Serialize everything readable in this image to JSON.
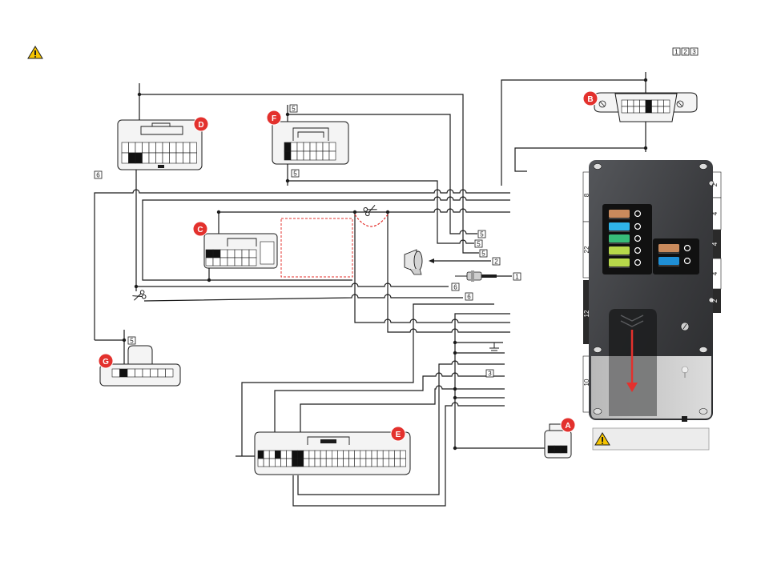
{
  "page": {
    "top_refs": [
      "1",
      "2",
      "3"
    ]
  },
  "connectors": {
    "a": "A",
    "b": "B",
    "c": "C",
    "d": "D",
    "e": "E",
    "f": "F",
    "g": "G"
  },
  "labels": {
    "f_top": "5",
    "f_bottom": "5",
    "d_side": "6",
    "out_1": "5",
    "out_2": "5",
    "out_3": "5",
    "siren": "2",
    "probe": "1",
    "cut_1": "6",
    "cut_2": "6",
    "g_top": "5",
    "lower": "3"
  },
  "module": {
    "left_tabs": [
      "8",
      "22",
      "12",
      "10"
    ],
    "right_tabs": [
      "2",
      "4",
      "4",
      "4",
      "2"
    ]
  },
  "icons": [
    "warning-icon",
    "scissors-icon",
    "siren-icon",
    "probe-icon",
    "ground-icon",
    "arrow-down-icon"
  ],
  "colors": {
    "accent": "#e3312d",
    "warning": "#f5c400",
    "module_body": "#3c3d40",
    "fuse_brown": "#c98a5c",
    "fuse_cyan": "#2fb4e9",
    "fuse_green": "#37bd79",
    "fuse_lime": "#b7d84a",
    "fuse_blue": "#1f8fd6"
  }
}
